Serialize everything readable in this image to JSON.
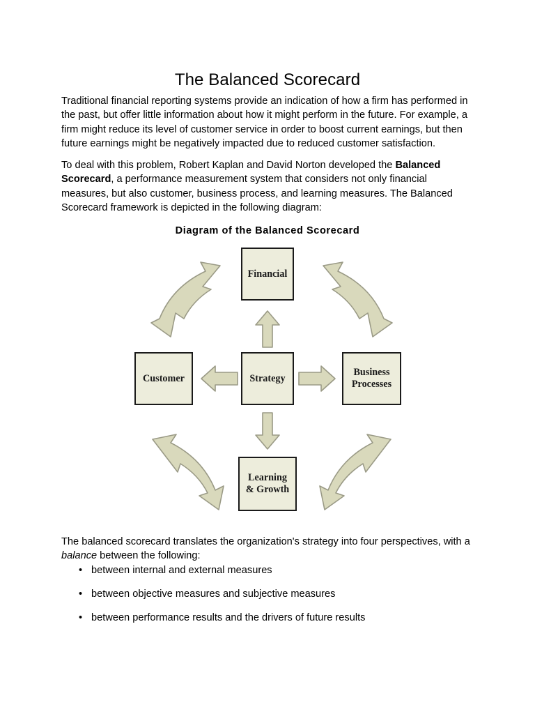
{
  "document": {
    "title": "The Balanced Scorecard",
    "paragraphs": {
      "intro": "Traditional financial reporting systems provide an indication of how a firm has performed in the past, but offer little information about how it might perform in the future. For example, a firm might reduce its level of customer service in order to boost current earnings, but then future earnings might be negatively impacted due to reduced customer satisfaction.",
      "problem_lead": "To deal with this problem, Robert Kaplan and David Norton developed the ",
      "problem_bold": "Balanced Scorecard",
      "problem_tail": ", a performance measurement system that considers not only financial measures, but also customer, business process, and learning measures. The Balanced Scorecard framework is depicted in the following diagram:",
      "closing_lead": "The balanced scorecard translates the organization's strategy into four perspectives, with a ",
      "closing_italic": "balance",
      "closing_tail": " between the following:"
    },
    "bullets": [
      {
        "marker": "•",
        "text": "between internal and external measures"
      },
      {
        "marker": "•",
        "text": "between objective measures and subjective measures"
      },
      {
        "marker": "•",
        "text": "between performance results and the drivers of future results"
      }
    ]
  },
  "diagram": {
    "caption": "Diagram of the Balanced Scorecard",
    "nodes": {
      "financial": "Financial",
      "customer": "Customer",
      "strategy": "Strategy",
      "business_processes_line1": "Business",
      "business_processes_line2": "Processes",
      "learning_line1": "Learning",
      "learning_line2": "& Growth"
    },
    "connectors": [
      {
        "name": "strategy-to-financial",
        "kind": "straight-arrow",
        "direction": "up"
      },
      {
        "name": "strategy-to-customer",
        "kind": "straight-arrow",
        "direction": "left"
      },
      {
        "name": "strategy-to-business-processes",
        "kind": "straight-arrow",
        "direction": "right"
      },
      {
        "name": "strategy-to-learning-growth",
        "kind": "straight-arrow",
        "direction": "down"
      },
      {
        "name": "customer-financial-link",
        "kind": "curved-double-arrow",
        "direction": "upper-left"
      },
      {
        "name": "financial-business-link",
        "kind": "curved-double-arrow",
        "direction": "upper-right"
      },
      {
        "name": "customer-learning-link",
        "kind": "curved-double-arrow",
        "direction": "lower-left"
      },
      {
        "name": "business-learning-link",
        "kind": "curved-double-arrow",
        "direction": "lower-right"
      }
    ],
    "colors": {
      "node_fill": "#EDEDDC",
      "node_border": "#1A1A1A",
      "arrow_fill": "#D9D9BC",
      "arrow_border": "#9A9A86",
      "page_background": "#FFFFFF",
      "text": "#000000"
    }
  }
}
